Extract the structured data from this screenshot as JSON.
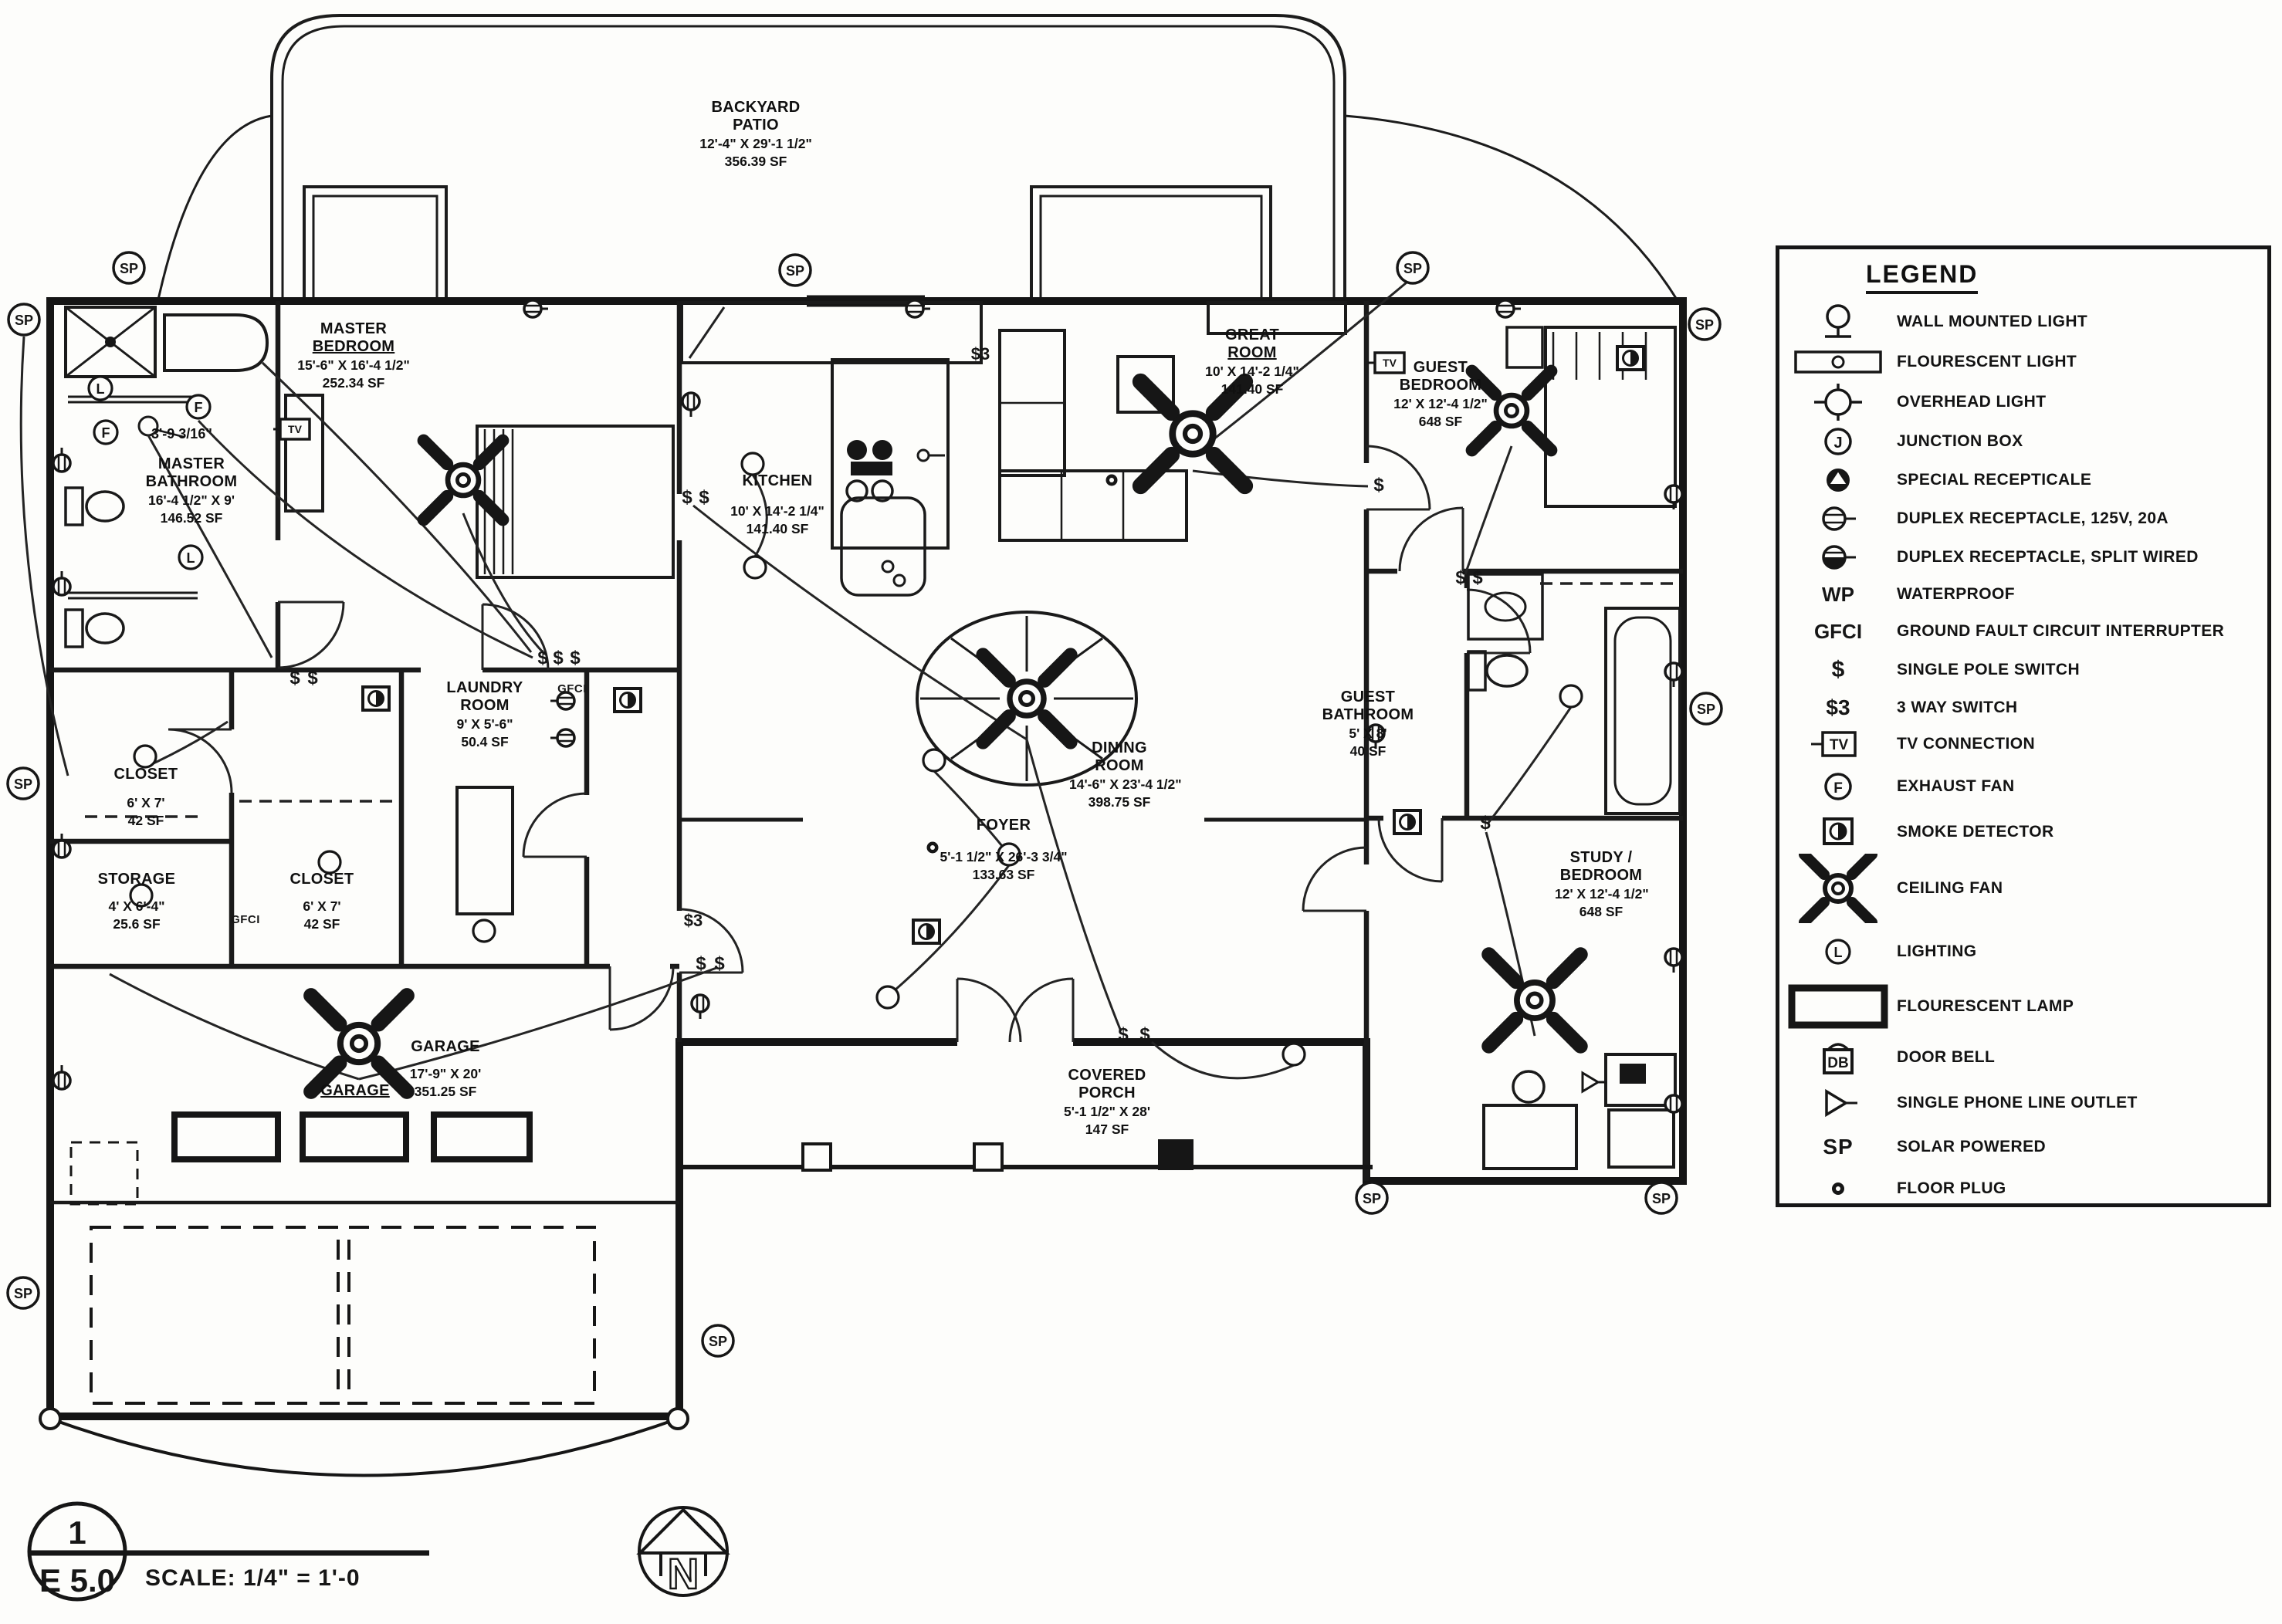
{
  "sheet": {
    "detail_number": "1",
    "sheet_number": "E 5.0",
    "scale_label": "SCALE: 1/4\" = 1'-0"
  },
  "symbols": {
    "solar_powered": "SP",
    "single_pole_switch": "$",
    "three_way_switch": "$3",
    "gfci": "GFCI",
    "tv": "TV",
    "exhaust_fan": "F",
    "lighting": "L",
    "junction_box": "J",
    "door_bell": "DB",
    "waterproof": "WP",
    "north": "N"
  },
  "annotations": {
    "master_bath_dim": "3'-9 3/16\""
  },
  "rooms": {
    "backyard_patio": {
      "name": "BACKYARD PATIO",
      "dims": "12'-4\" X 29'-1 1/2\"",
      "area": "356.39 SF"
    },
    "master_bedroom": {
      "name": "MASTER",
      "name2": "BEDROOM",
      "dims": "15'-6\" X 16'-4 1/2\"",
      "area": "252.34 SF"
    },
    "master_bathroom": {
      "name": "MASTER BATHROOM",
      "dims": "16'-4 1/2\" X 9'",
      "area": "146.52 SF"
    },
    "kitchen": {
      "name": "KITCHEN",
      "dims": "10' X 14'-2 1/4\"",
      "area": "141.40 SF"
    },
    "great_room": {
      "name": "GREAT",
      "name2": "ROOM",
      "dims": "10' X 14'-2 1/4\"",
      "area": "141.40 SF"
    },
    "guest_bedroom": {
      "name": "GUEST BEDROOM",
      "dims": "12' X 12'-4 1/2\"",
      "area": "648 SF"
    },
    "guest_bathroom": {
      "name": "GUEST BATHROOM",
      "dims": "5' X 8'",
      "area": "40 SF"
    },
    "dining_room": {
      "name": "DINING ROOM",
      "dims": "14'-6\" X 23'-4 1/2\"",
      "area": "398.75 SF"
    },
    "foyer": {
      "name": "FOYER",
      "dims": "5'-1 1/2\" X 26'-3 3/4\"",
      "area": "133.63 SF"
    },
    "laundry_room": {
      "name": "LAUNDRY ROOM",
      "dims": "9' X 5'-6\"",
      "area": "50.4 SF"
    },
    "closet_1": {
      "name": "CLOSET",
      "dims": "6' X 7'",
      "area": "42 SF"
    },
    "storage": {
      "name": "STORAGE",
      "dims": "4' X 6'-4\"",
      "area": "25.6 SF"
    },
    "closet_2": {
      "name": "CLOSET",
      "dims": "6' X 7'",
      "area": "42 SF"
    },
    "garage": {
      "name": "GARAGE",
      "dims": "17'-9\" X 20'",
      "area": "351.25 SF"
    },
    "garage_title": {
      "name": "GARAGE"
    },
    "covered_porch": {
      "name": "COVERED PORCH",
      "dims": "5'-1 1/2\" X 28'",
      "area": "147 SF"
    },
    "study_bedroom": {
      "name": "STUDY / BEDROOM",
      "dims": "12' X 12'-4 1/2\"",
      "area": "648 SF"
    }
  },
  "legend": {
    "title": "LEGEND",
    "items": [
      {
        "symbol": "wall-mounted-light-icon",
        "label": "WALL MOUNTED LIGHT"
      },
      {
        "symbol": "fluorescent-light-icon",
        "label": "FLOURESCENT LIGHT"
      },
      {
        "symbol": "overhead-light-icon",
        "label": "OVERHEAD LIGHT"
      },
      {
        "symbol": "junction-box-icon",
        "label": "JUNCTION BOX"
      },
      {
        "symbol": "special-receptacle-icon",
        "label": "SPECIAL RECEPTICALE"
      },
      {
        "symbol": "duplex-receptacle-icon",
        "label": "DUPLEX RECEPTACLE, 125V, 20A"
      },
      {
        "symbol": "duplex-receptacle-split-icon",
        "label": "DUPLEX RECEPTACLE, SPLIT WIRED"
      },
      {
        "symbol": "waterproof-text",
        "label": "WATERPROOF"
      },
      {
        "symbol": "gfci-text",
        "label": "GROUND FAULT CIRCUIT INTERRUPTER"
      },
      {
        "symbol": "single-pole-switch-text",
        "label": "SINGLE POLE SWITCH"
      },
      {
        "symbol": "three-way-switch-text",
        "label": "3 WAY SWITCH"
      },
      {
        "symbol": "tv-connection-icon",
        "label": "TV CONNECTION"
      },
      {
        "symbol": "exhaust-fan-icon",
        "label": "EXHAUST FAN"
      },
      {
        "symbol": "smoke-detector-icon",
        "label": "SMOKE DETECTOR"
      },
      {
        "symbol": "ceiling-fan-icon",
        "label": "CEILING FAN"
      },
      {
        "symbol": "lighting-icon",
        "label": "LIGHTING"
      },
      {
        "symbol": "fluorescent-lamp-icon",
        "label": "FLOURESCENT LAMP"
      },
      {
        "symbol": "door-bell-icon",
        "label": "DOOR BELL"
      },
      {
        "symbol": "single-phone-line-outlet-icon",
        "label": "SINGLE PHONE LINE OUTLET"
      },
      {
        "symbol": "solar-powered-text",
        "label": "SOLAR POWERED"
      },
      {
        "symbol": "floor-plug-icon",
        "label": "FLOOR PLUG"
      }
    ]
  },
  "colors": {
    "ink": "#1a1a1a",
    "paper": "#fdfdfb"
  }
}
